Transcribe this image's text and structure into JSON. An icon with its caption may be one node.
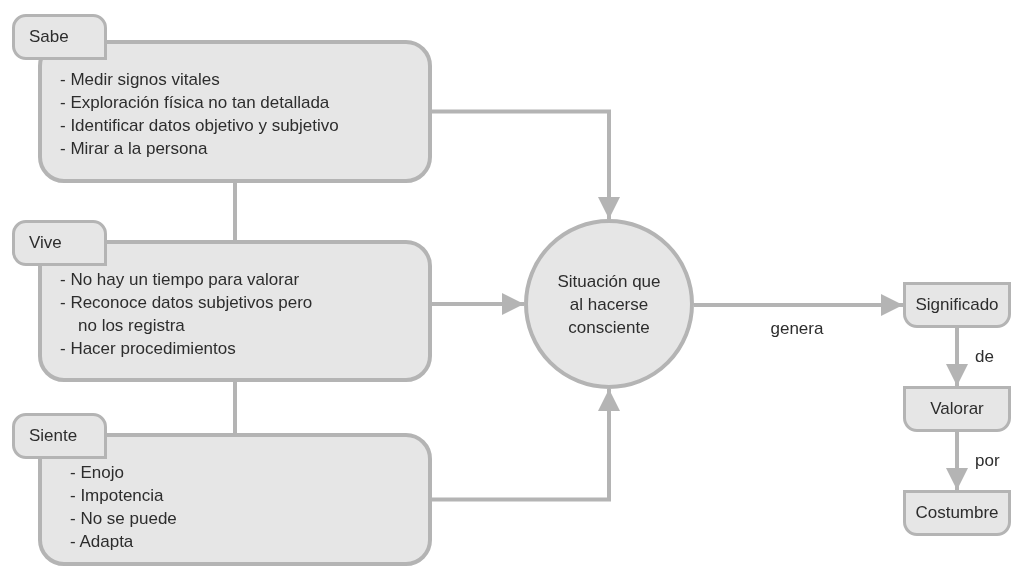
{
  "diagram": {
    "nodes": [
      {
        "text": [
          "Sabe",
          "- Medir signos vitales",
          "- Exploración física no tan detallada",
          "- Identificar datos objetivo y subjetivo",
          "- Mirar a la persona"
        ]
      },
      {
        "text": [
          "Vive",
          "- No hay un tiempo para valorar",
          "- Reconoce datos subjetivos pero no los registra",
          "- Hacer procedimientos"
        ]
      },
      {
        "text": [
          "Siente",
          "- Enojo",
          "- Impotencia",
          "- No se puede",
          "- Adapta"
        ]
      },
      {
        "text": [
          "Situación que al hacerse consciente"
        ]
      },
      {
        "text": [
          "Significado"
        ]
      },
      {
        "text": [
          "Valorar"
        ]
      },
      {
        "text": [
          "Costumbre"
        ]
      }
    ],
    "edges": [
      {
        "from": 0,
        "to": 1,
        "arrow": "none"
      },
      {
        "from": 1,
        "to": 2,
        "arrow": "none"
      },
      {
        "from": 0,
        "to": 3,
        "arrow": "to"
      },
      {
        "from": 1,
        "to": 3,
        "arrow": "to"
      },
      {
        "from": 2,
        "to": 3,
        "arrow": "to"
      },
      {
        "from": 3,
        "to": 4,
        "arrow": "to",
        "label": "genera"
      },
      {
        "from": 4,
        "to": 5,
        "arrow": "to",
        "label": "de"
      },
      {
        "from": 5,
        "to": 6,
        "arrow": "to",
        "label": "por"
      }
    ]
  }
}
